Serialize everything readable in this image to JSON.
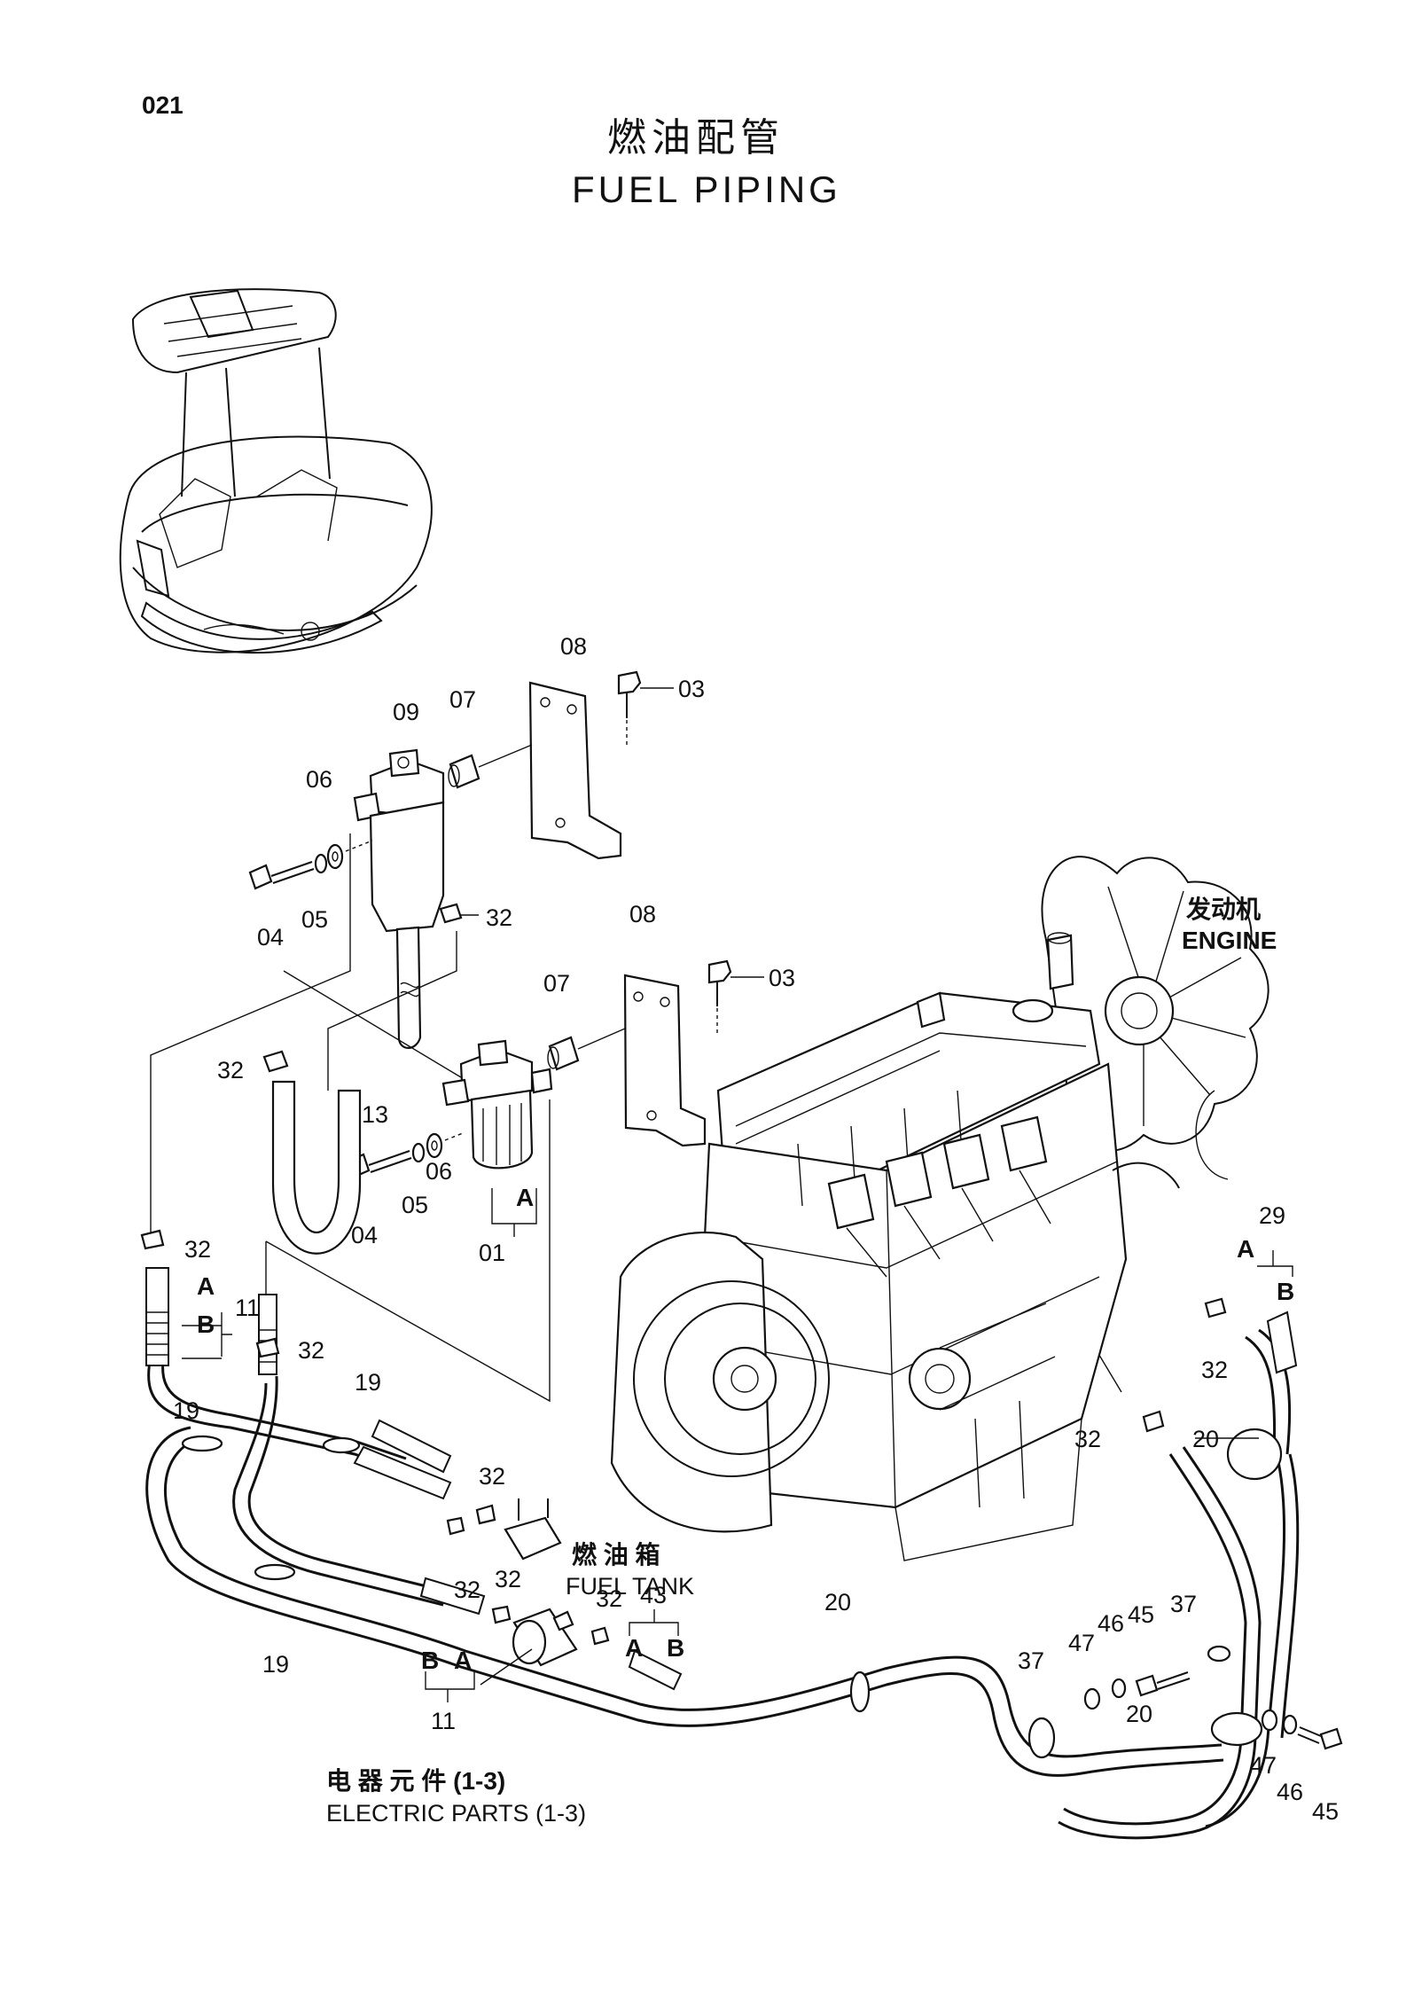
{
  "page_number": "021",
  "title_cn": "燃油配管",
  "title_en": "FUEL PIPING",
  "callouts": {
    "engine_cn": "发动机",
    "engine_en": "ENGINE",
    "fuel_tank_cn": "燃 油 箱",
    "fuel_tank_en": "FUEL TANK",
    "electric_cn": "电 器 元 件 (1-3)",
    "electric_en": "ELECTRIC  PARTS  (1-3)"
  },
  "part_labels": [
    {
      "id": "p08a",
      "text": "08"
    },
    {
      "id": "p03a",
      "text": "03"
    },
    {
      "id": "p09",
      "text": "09"
    },
    {
      "id": "p07a",
      "text": "07"
    },
    {
      "id": "p06a",
      "text": "06"
    },
    {
      "id": "p04a",
      "text": "04"
    },
    {
      "id": "p05a",
      "text": "05"
    },
    {
      "id": "p32a",
      "text": "32"
    },
    {
      "id": "p08b",
      "text": "08"
    },
    {
      "id": "p03b",
      "text": "03"
    },
    {
      "id": "p07b",
      "text": "07"
    },
    {
      "id": "p32b",
      "text": "32"
    },
    {
      "id": "p13",
      "text": "13"
    },
    {
      "id": "p06b",
      "text": "06"
    },
    {
      "id": "p05b",
      "text": "05"
    },
    {
      "id": "p04b",
      "text": "04"
    },
    {
      "id": "pA1",
      "text": "A"
    },
    {
      "id": "p01",
      "text": "01"
    },
    {
      "id": "p32c",
      "text": "32"
    },
    {
      "id": "pA2",
      "text": "A"
    },
    {
      "id": "pB2",
      "text": "B"
    },
    {
      "id": "p11a",
      "text": "11"
    },
    {
      "id": "p32d",
      "text": "32"
    },
    {
      "id": "p19a",
      "text": "19"
    },
    {
      "id": "p19b",
      "text": "19"
    },
    {
      "id": "p32e",
      "text": "32"
    },
    {
      "id": "p32f",
      "text": "32"
    },
    {
      "id": "p32g",
      "text": "32"
    },
    {
      "id": "p19c",
      "text": "19"
    },
    {
      "id": "pB3",
      "text": "B"
    },
    {
      "id": "pA3",
      "text": "A"
    },
    {
      "id": "p11b",
      "text": "11"
    },
    {
      "id": "p32h",
      "text": "32"
    },
    {
      "id": "p43",
      "text": "43"
    },
    {
      "id": "pA4",
      "text": "A"
    },
    {
      "id": "pB4",
      "text": "B"
    },
    {
      "id": "p20a",
      "text": "20"
    },
    {
      "id": "p29",
      "text": "29"
    },
    {
      "id": "pA5",
      "text": "A"
    },
    {
      "id": "pB5",
      "text": "B"
    },
    {
      "id": "p32i",
      "text": "32"
    },
    {
      "id": "p32j",
      "text": "32"
    },
    {
      "id": "p20b",
      "text": "20"
    },
    {
      "id": "p37a",
      "text": "37"
    },
    {
      "id": "p47a",
      "text": "47"
    },
    {
      "id": "p46a",
      "text": "46"
    },
    {
      "id": "p45a",
      "text": "45"
    },
    {
      "id": "p37b",
      "text": "37"
    },
    {
      "id": "p20c",
      "text": "20"
    },
    {
      "id": "p47b",
      "text": "47"
    },
    {
      "id": "p46b",
      "text": "46"
    },
    {
      "id": "p45b",
      "text": "45"
    }
  ]
}
